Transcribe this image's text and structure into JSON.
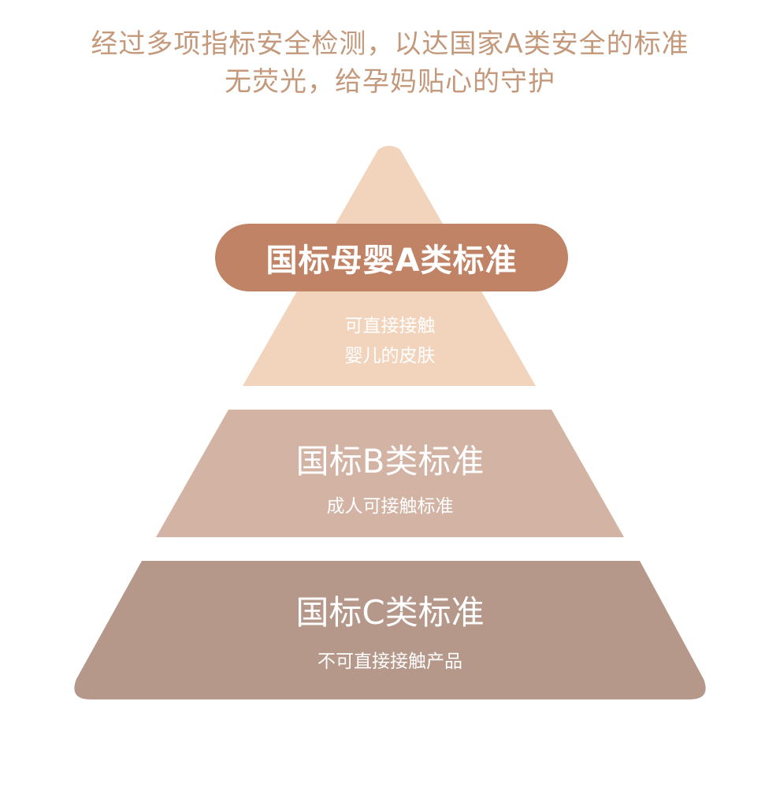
{
  "header": {
    "line1": "经过多项指标安全检测，以达国家A类安全的标准",
    "line2": "无荧光，给孕妈贴心的守护"
  },
  "tiers": {
    "top": {
      "badge": "国标母婴A类标准",
      "sub_line1": "可直接接触",
      "sub_line2": "婴儿的皮肤"
    },
    "middle": {
      "title": "国标B类标准",
      "sub": "成人可接触标准"
    },
    "bottom": {
      "title": "国标C类标准",
      "sub": "不可直接接触产品"
    }
  },
  "colors": {
    "headline": "#c4987a",
    "top_tier": "#f2d4bd",
    "badge": "#c08366",
    "middle_tier": "#d2b3a4",
    "bottom_tier": "#b59889",
    "tier_text": "#ffffff"
  }
}
